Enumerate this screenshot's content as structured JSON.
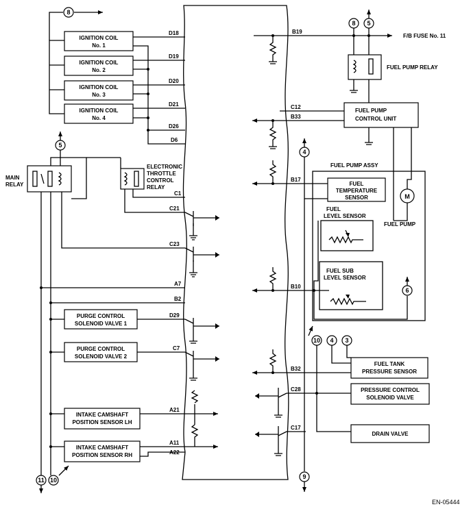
{
  "labels": {
    "ign1_a": "IGNITION COIL",
    "ign1_b": "No. 1",
    "ign2_a": "IGNITION COIL",
    "ign2_b": "No. 2",
    "ign3_a": "IGNITION COIL",
    "ign3_b": "No. 3",
    "ign4_a": "IGNITION COIL",
    "ign4_b": "No. 4",
    "main_relay_a": "MAIN",
    "main_relay_b": "RELAY",
    "etc_a": "ELECTRONIC",
    "etc_b": "THROTTLE",
    "etc_c": "CONTROL",
    "etc_d": "RELAY",
    "purge1_a": "PURGE CONTROL",
    "purge1_b": "SOLENOID VALVE 1",
    "purge2_a": "PURGE CONTROL",
    "purge2_b": "SOLENOID VALVE 2",
    "cam_lh_a": "INTAKE CAMSHAFT",
    "cam_lh_b": "POSITION SENSOR LH",
    "cam_rh_a": "INTAKE CAMSHAFT",
    "cam_rh_b": "POSITION SENSOR RH",
    "fb_fuse": "F/B FUSE No. 11",
    "fp_relay": "FUEL PUMP RELAY",
    "fpcu_a": "FUEL PUMP",
    "fpcu_b": "CONTROL UNIT",
    "fp_assy": "FUEL PUMP ASSY",
    "fts_a": "FUEL",
    "fts_b": "TEMPERATURE",
    "fts_c": "SENSOR",
    "fls_a": "FUEL",
    "fls_b": "LEVEL SENSOR",
    "fsls_a": "FUEL SUB",
    "fsls_b": "LEVEL SENSOR",
    "fuel_pump": "FUEL PUMP",
    "motor": "M",
    "ftps_a": "FUEL TANK",
    "ftps_b": "PRESSURE SENSOR",
    "pcsv_a": "PRESSURE CONTROL",
    "pcsv_b": "SOLENOID VALVE",
    "drain": "DRAIN VALVE",
    "figure_code": "EN-05444"
  },
  "pins": {
    "d18": "D18",
    "d19": "D19",
    "d20": "D20",
    "d21": "D21",
    "d26": "D26",
    "d6": "D6",
    "c1": "C1",
    "c21": "C21",
    "c23": "C23",
    "a7": "A7",
    "b2": "B2",
    "d29": "D29",
    "c7": "C7",
    "a21": "A21",
    "a11": "A11",
    "a22": "A22",
    "b19": "B19",
    "c12": "C12",
    "b33": "B33",
    "b17": "B17",
    "b10": "B10",
    "b32": "B32",
    "c28": "C28",
    "c17": "C17"
  },
  "refs": {
    "r8_top": "8",
    "r5_left": "5",
    "r11": "11",
    "r10": "10",
    "r8_right": "8",
    "r5_right": "5",
    "r4_a": "4",
    "r6": "6",
    "r10_b": "10",
    "r4_b": "4",
    "r3": "3",
    "r9": "9"
  },
  "colors": {
    "line": "#000000",
    "background": "#ffffff"
  }
}
